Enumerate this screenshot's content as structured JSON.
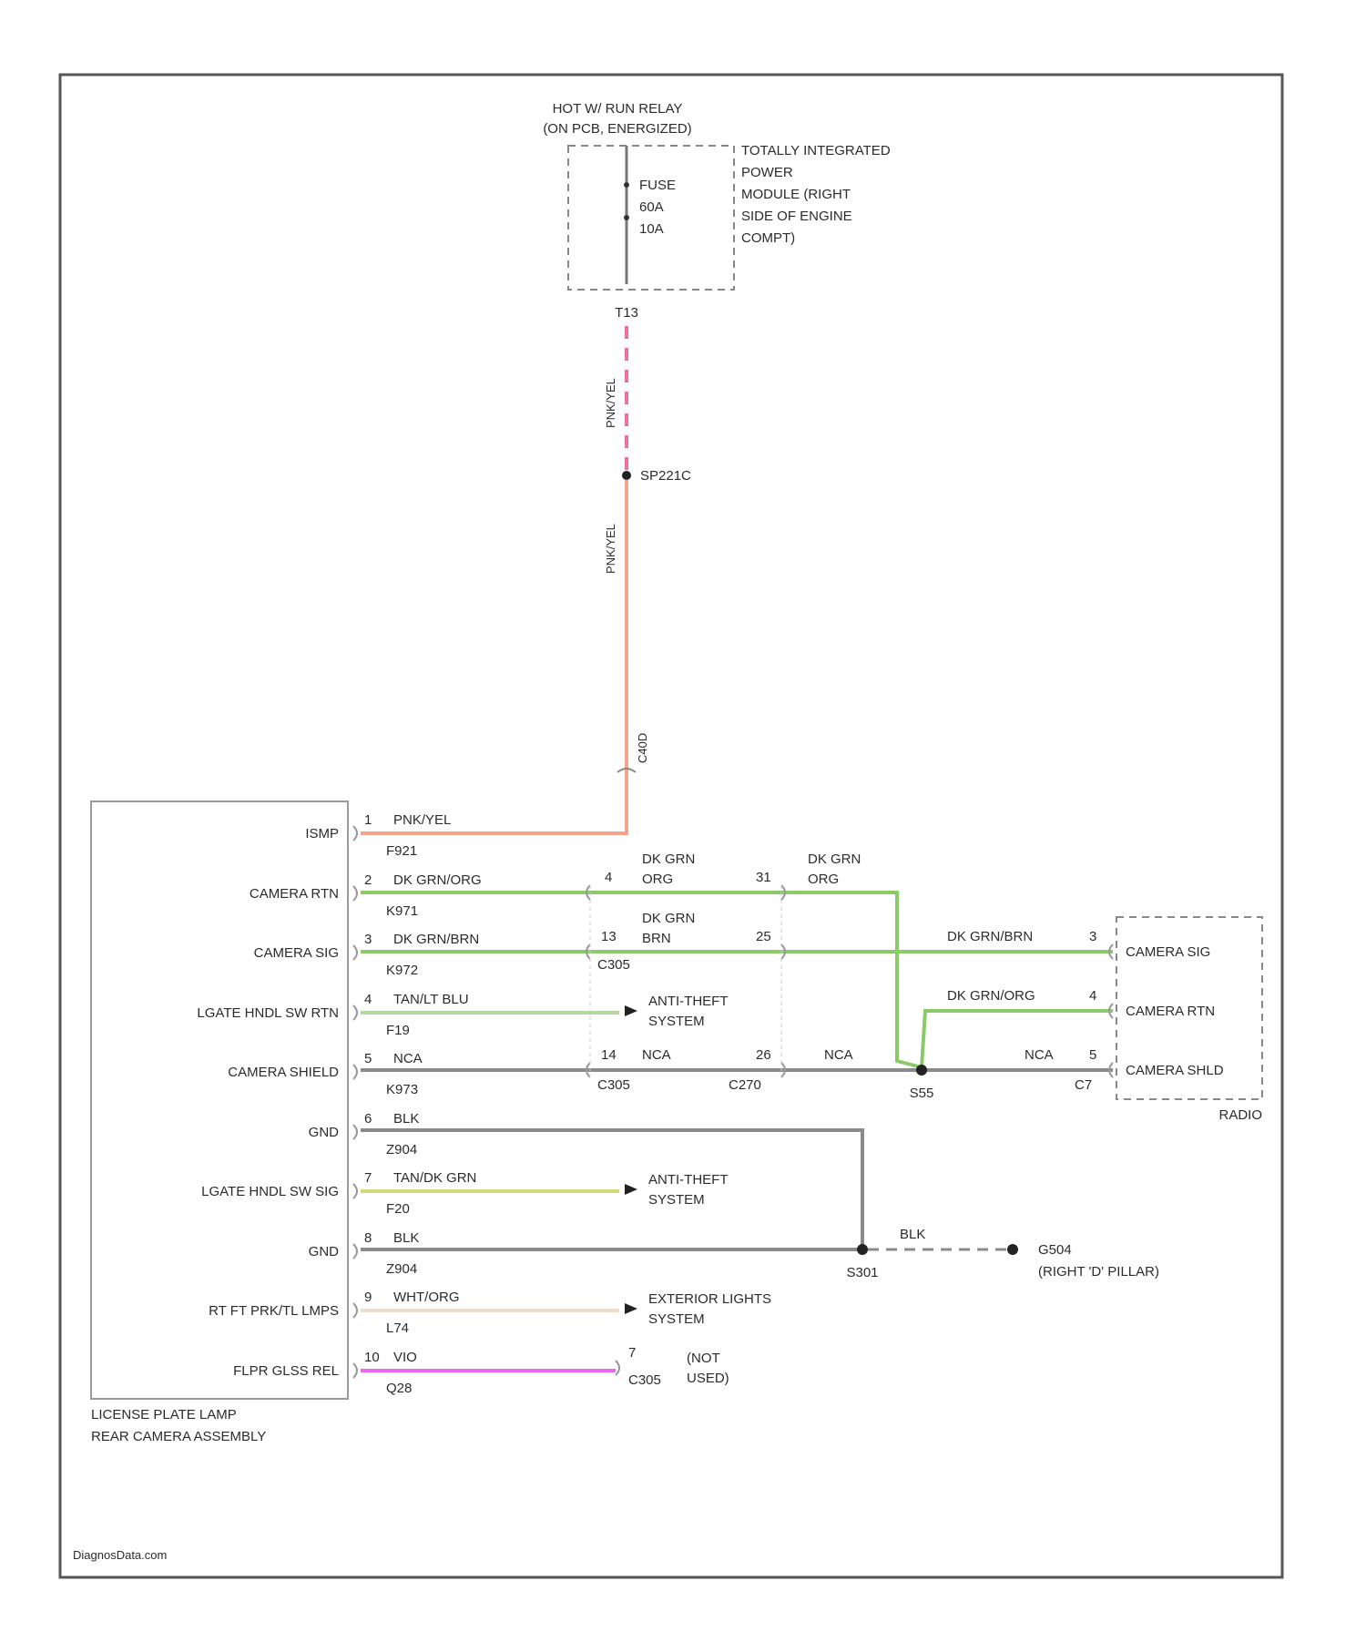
{
  "power_source": {
    "relay_line1": "HOT W/ RUN RELAY",
    "relay_line2": "(ON PCB, ENERGIZED)",
    "module_lines": [
      "TOTALLY INTEGRATED",
      "POWER",
      "MODULE (RIGHT",
      "SIDE OF ENGINE",
      "COMPT)"
    ],
    "fuse_lines": [
      "FUSE",
      "60A",
      "10A"
    ],
    "fuse_connector": "T13",
    "wire_upper": "PNK/YEL",
    "splice": "SP221C",
    "wire_lower": "PNK/YEL",
    "inline_connector": "C40D"
  },
  "assembly": {
    "caption_line1": "LICENSE PLATE LAMP",
    "caption_line2": "REAR CAMERA ASSEMBLY"
  },
  "pins": [
    {
      "label": "ISMP",
      "pin": "1",
      "wire": "PNK/YEL",
      "circuit": "F921",
      "color": "#f2a58a"
    },
    {
      "label": "CAMERA RTN",
      "pin": "2",
      "wire": "DK GRN/ORG",
      "circuit": "K971",
      "color": "#8cc968"
    },
    {
      "label": "CAMERA SIG",
      "pin": "3",
      "wire": "DK GRN/BRN",
      "circuit": "K972",
      "color": "#8cc968"
    },
    {
      "label": "LGATE HNDL SW RTN",
      "pin": "4",
      "wire": "TAN/LT BLU",
      "circuit": "F19",
      "color": "#b5d99c"
    },
    {
      "label": "CAMERA SHIELD",
      "pin": "5",
      "wire": "NCA",
      "circuit": "K973",
      "color": "#8a8a8a"
    },
    {
      "label": "GND",
      "pin": "6",
      "wire": "BLK",
      "circuit": "Z904",
      "color": "#8a8a8a"
    },
    {
      "label": "LGATE HNDL SW SIG",
      "pin": "7",
      "wire": "TAN/DK GRN",
      "circuit": "F20",
      "color": "#c9dd7a"
    },
    {
      "label": "GND",
      "pin": "8",
      "wire": "BLK",
      "circuit": "Z904",
      "color": "#8a8a8a"
    },
    {
      "label": "RT FT PRK/TL LMPS",
      "pin": "9",
      "wire": "WHT/ORG",
      "circuit": "L74",
      "color": "#f0dcc8"
    },
    {
      "label": "FLPR GLSS REL",
      "pin": "10",
      "wire": "VIO",
      "circuit": "Q28",
      "color": "#ee66ee"
    }
  ],
  "mid_connectors": {
    "rtn_upper_wire1": "DK GRN",
    "rtn_upper_wire2": "ORG",
    "rtn_upper_wire3": "DK GRN",
    "rtn_upper_wire4": "ORG",
    "rtn_pin_a": "4",
    "rtn_pin_b": "31",
    "sig_wire1": "DK GRN",
    "sig_wire2": "BRN",
    "sig_pin_a": "13",
    "sig_pin_b": "25",
    "c_left": "C305",
    "shield_pin_a": "14",
    "shield_pin_b": "26",
    "shield_wire_mid": "NCA",
    "shield_wire_right": "NCA",
    "c_left2": "C305",
    "c_right2": "C270",
    "splice_s": "S55"
  },
  "destinations": {
    "anti_theft1_line1": "ANTI-THEFT",
    "anti_theft1_line2": "SYSTEM",
    "anti_theft2_line1": "ANTI-THEFT",
    "anti_theft2_line2": "SYSTEM",
    "ext_lights_line1": "EXTERIOR LIGHTS",
    "ext_lights_line2": "SYSTEM",
    "not_used_pin": "7",
    "not_used_conn": "C305",
    "not_used_line1": "(NOT",
    "not_used_line2": "USED)"
  },
  "radio": {
    "title": "RADIO",
    "sig_pin": "3",
    "sig_label": "CAMERA SIG",
    "sig_wire": "DK GRN/BRN",
    "rtn_pin": "4",
    "rtn_label": "CAMERA RTN",
    "rtn_wire": "DK GRN/ORG",
    "shield_pin": "5",
    "shield_label": "CAMERA SHLD",
    "shield_wire": "NCA",
    "conn": "C7"
  },
  "ground": {
    "splice": "S301",
    "wire": "BLK",
    "ground_id": "G504",
    "ground_loc": "(RIGHT 'D' PILLAR)"
  },
  "footer": "DiagnosData.com"
}
